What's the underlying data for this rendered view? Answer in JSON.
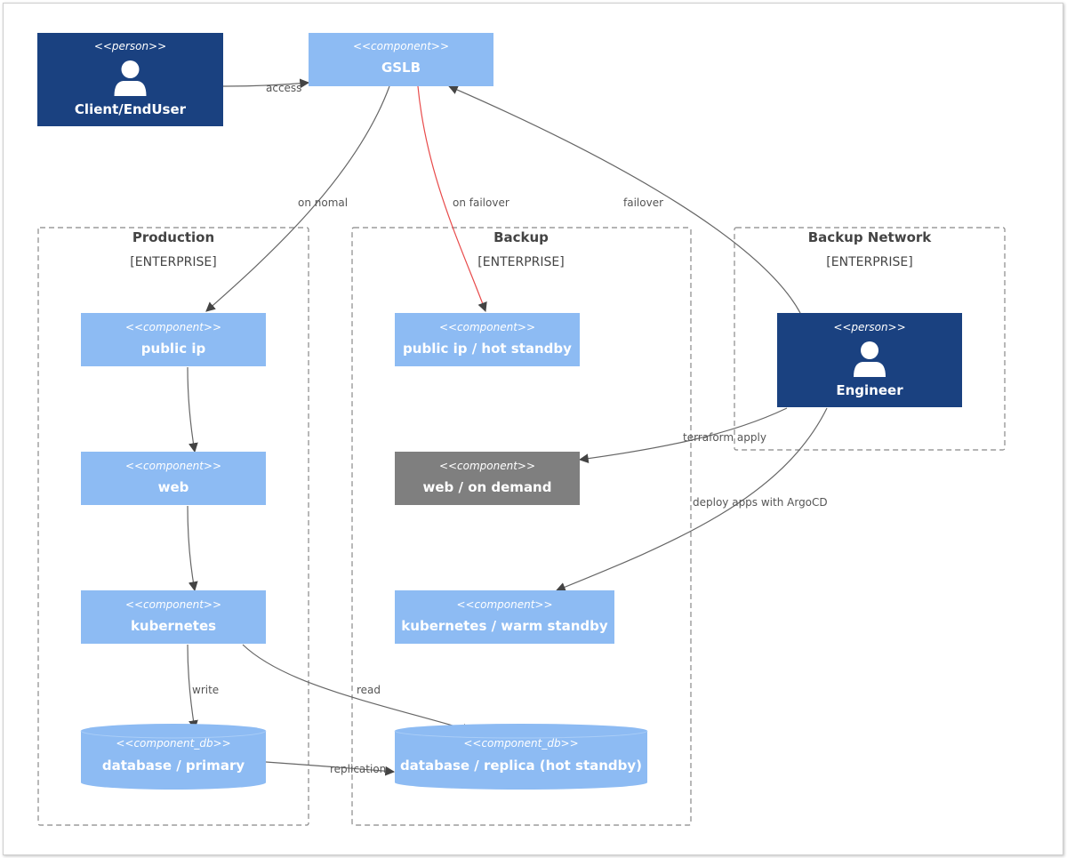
{
  "colors": {
    "person": "#1a4180",
    "component": "#8dbbf3",
    "ondemand": "#7f7f7f",
    "edge": "#666666",
    "failover_edge": "#e84a4a",
    "boundary": "#888888"
  },
  "boundaries": {
    "production": {
      "title": "Production",
      "tag": "[ENTERPRISE]"
    },
    "backup": {
      "title": "Backup",
      "tag": "[ENTERPRISE]"
    },
    "backup_network": {
      "title": "Backup Network",
      "tag": "[ENTERPRISE]"
    }
  },
  "nodes": {
    "client": {
      "stereotype": "<<person>>",
      "label": "Client/EndUser",
      "icon": "person-icon"
    },
    "gslb": {
      "stereotype": "<<component>>",
      "label": "GSLB"
    },
    "prod_public_ip": {
      "stereotype": "<<component>>",
      "label": "public ip"
    },
    "prod_web": {
      "stereotype": "<<component>>",
      "label": "web"
    },
    "prod_kubernetes": {
      "stereotype": "<<component>>",
      "label": "kubernetes"
    },
    "prod_database": {
      "stereotype": "<<component_db>>",
      "label": "database / primary"
    },
    "backup_public_ip": {
      "stereotype": "<<component>>",
      "label": "public ip / hot standby"
    },
    "backup_web": {
      "stereotype": "<<component>>",
      "label": "web / on demand"
    },
    "backup_kubernetes": {
      "stereotype": "<<component>>",
      "label": "kubernetes / warm standby"
    },
    "backup_database": {
      "stereotype": "<<component_db>>",
      "label": "database / replica (hot standby)"
    },
    "engineer": {
      "stereotype": "<<person>>",
      "label": "Engineer",
      "icon": "person-icon"
    }
  },
  "edges": {
    "access": "access",
    "on_normal": "on nomal",
    "on_failover": "on failover",
    "failover": "failover",
    "terraform": "terraform apply",
    "argocd": "deploy apps with ArgoCD",
    "write": "write",
    "read": "read",
    "replication": "replication"
  }
}
